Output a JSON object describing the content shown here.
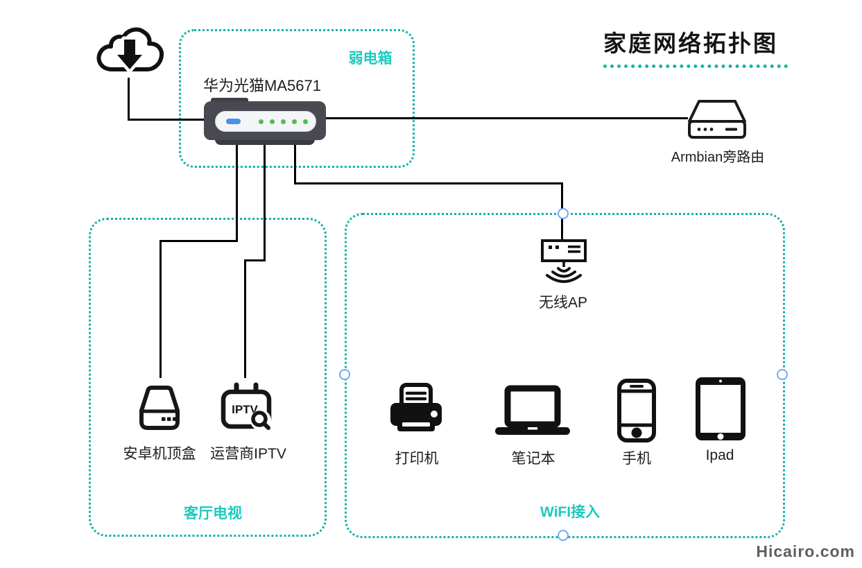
{
  "title": "家庭网络拓扑图",
  "watermark": "Hicairo.com",
  "colors": {
    "teal_border": "#12b3a8",
    "teal_label": "#1cc9bf",
    "cable": "#000000",
    "modem_body": "#494951",
    "modem_led_blue": "#4a90ec",
    "modem_led_green": "#57ba57",
    "handle_stroke": "#71a9f6",
    "watermark_gray": "#5f5f5f"
  },
  "groups": {
    "weak_box": "弱电箱",
    "living_room": "客厅电视",
    "wifi": "WiFI接入"
  },
  "nodes": {
    "modem": "华为光猫MA5671",
    "armbian": "Armbian旁路由",
    "ap": "无线AP",
    "stb": "安卓机顶盒",
    "iptv": "运营商IPTV",
    "printer": "打印机",
    "laptop": "笔记本",
    "phone": "手机",
    "ipad": "Ipad"
  },
  "iptv_badge": "IPTV"
}
